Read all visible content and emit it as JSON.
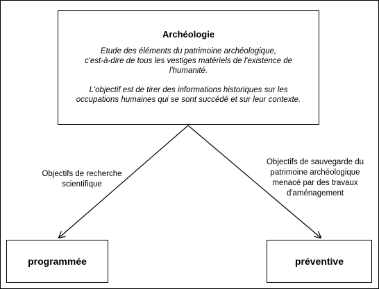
{
  "main_box": {
    "title": "Archéologie",
    "description_line1": "Etude des éléments du patrimoine archéologique,",
    "description_line2": "c'est-à-dire de tous les vestiges matériels de l'existence de",
    "description_line3": "l'humanité.",
    "objective_line1": "L'objectif est de tirer des informations historiques sur les",
    "objective_line2": "occupations humaines qui se sont succédé et sur leur contexte."
  },
  "left_branch": {
    "label_line1": "Objectifs de recherche",
    "label_line2": "scientifique",
    "box_label": "programmée"
  },
  "right_branch": {
    "label_line1": "Objectifs de sauvegarde du",
    "label_line2": "patrimoine archéologique",
    "label_line3": "menacé par des travaux",
    "label_line4": "d'aménagement",
    "box_label": "préventive"
  },
  "colors": {
    "line": "#000000",
    "background": "#ffffff",
    "text": "#000000"
  }
}
